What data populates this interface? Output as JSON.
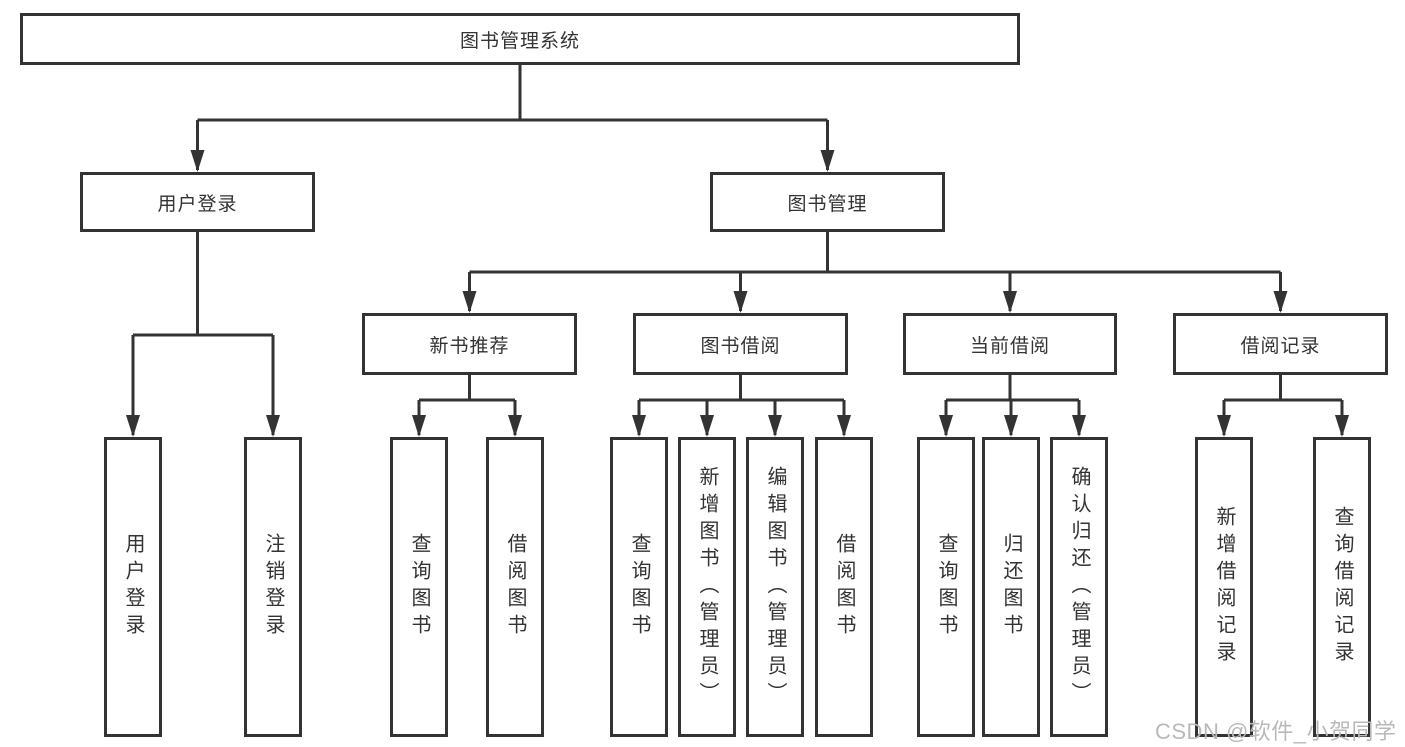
{
  "colors": {
    "line": "#333333",
    "text": "#333333",
    "watermark": "#b9b9b9",
    "bg": "#ffffff"
  },
  "watermark": "CSDN @软件_小贺同学",
  "tree": {
    "root": "图书管理系统",
    "branches": [
      {
        "label": "用户登录",
        "children": [
          {
            "label": "用户登录"
          },
          {
            "label": "注销登录"
          }
        ]
      },
      {
        "label": "图书管理",
        "children": [
          {
            "label": "新书推荐",
            "children": [
              {
                "label": "查询图书"
              },
              {
                "label": "借阅图书"
              }
            ]
          },
          {
            "label": "图书借阅",
            "children": [
              {
                "label": "查询图书"
              },
              {
                "label": "新增图书（管理员）"
              },
              {
                "label": "编辑图书（管理员）"
              },
              {
                "label": "借阅图书"
              }
            ]
          },
          {
            "label": "当前借阅",
            "children": [
              {
                "label": "查询图书"
              },
              {
                "label": "归还图书"
              },
              {
                "label": "确认归还（管理员）"
              }
            ]
          },
          {
            "label": "借阅记录",
            "children": [
              {
                "label": "新增借阅记录"
              },
              {
                "label": "查询借阅记录"
              }
            ]
          }
        ]
      }
    ]
  }
}
